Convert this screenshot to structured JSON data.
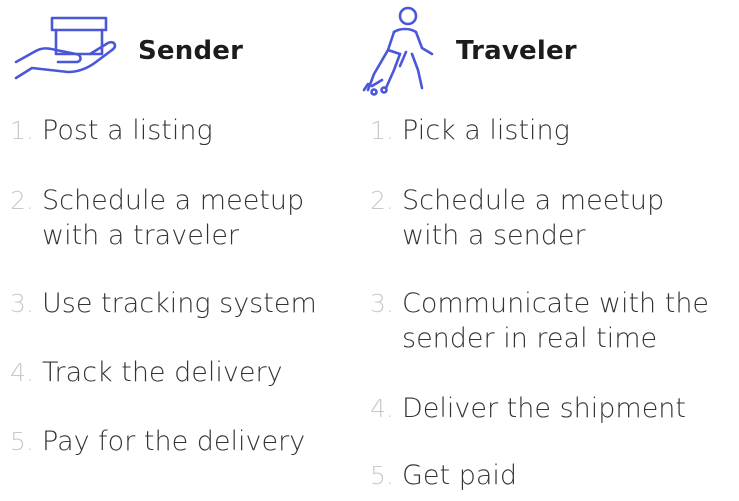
{
  "sender": {
    "title": "Sender",
    "icon": "hand-holding-box-icon",
    "steps": [
      {
        "num": "1.",
        "label": "Post a listing"
      },
      {
        "num": "2.",
        "label": "Schedule a meetup\nwith a traveler"
      },
      {
        "num": "3.",
        "label": "Use tracking system"
      },
      {
        "num": "4.",
        "label": "Track the delivery"
      },
      {
        "num": "5.",
        "label": "Pay for the delivery"
      }
    ]
  },
  "traveler": {
    "title": "Traveler",
    "icon": "traveler-walking-icon",
    "steps": [
      {
        "num": "1.",
        "label": "Pick a listing"
      },
      {
        "num": "2.",
        "label": "Schedule a meetup\nwith a sender"
      },
      {
        "num": "3.",
        "label": "Communicate with the\nsender in real time"
      },
      {
        "num": "4.",
        "label": "Deliver the shipment"
      },
      {
        "num": "5.",
        "label": "Get paid"
      }
    ]
  },
  "colors": {
    "icon": "#4a57d6",
    "number": "#c9c9c9",
    "text": "#333333"
  }
}
